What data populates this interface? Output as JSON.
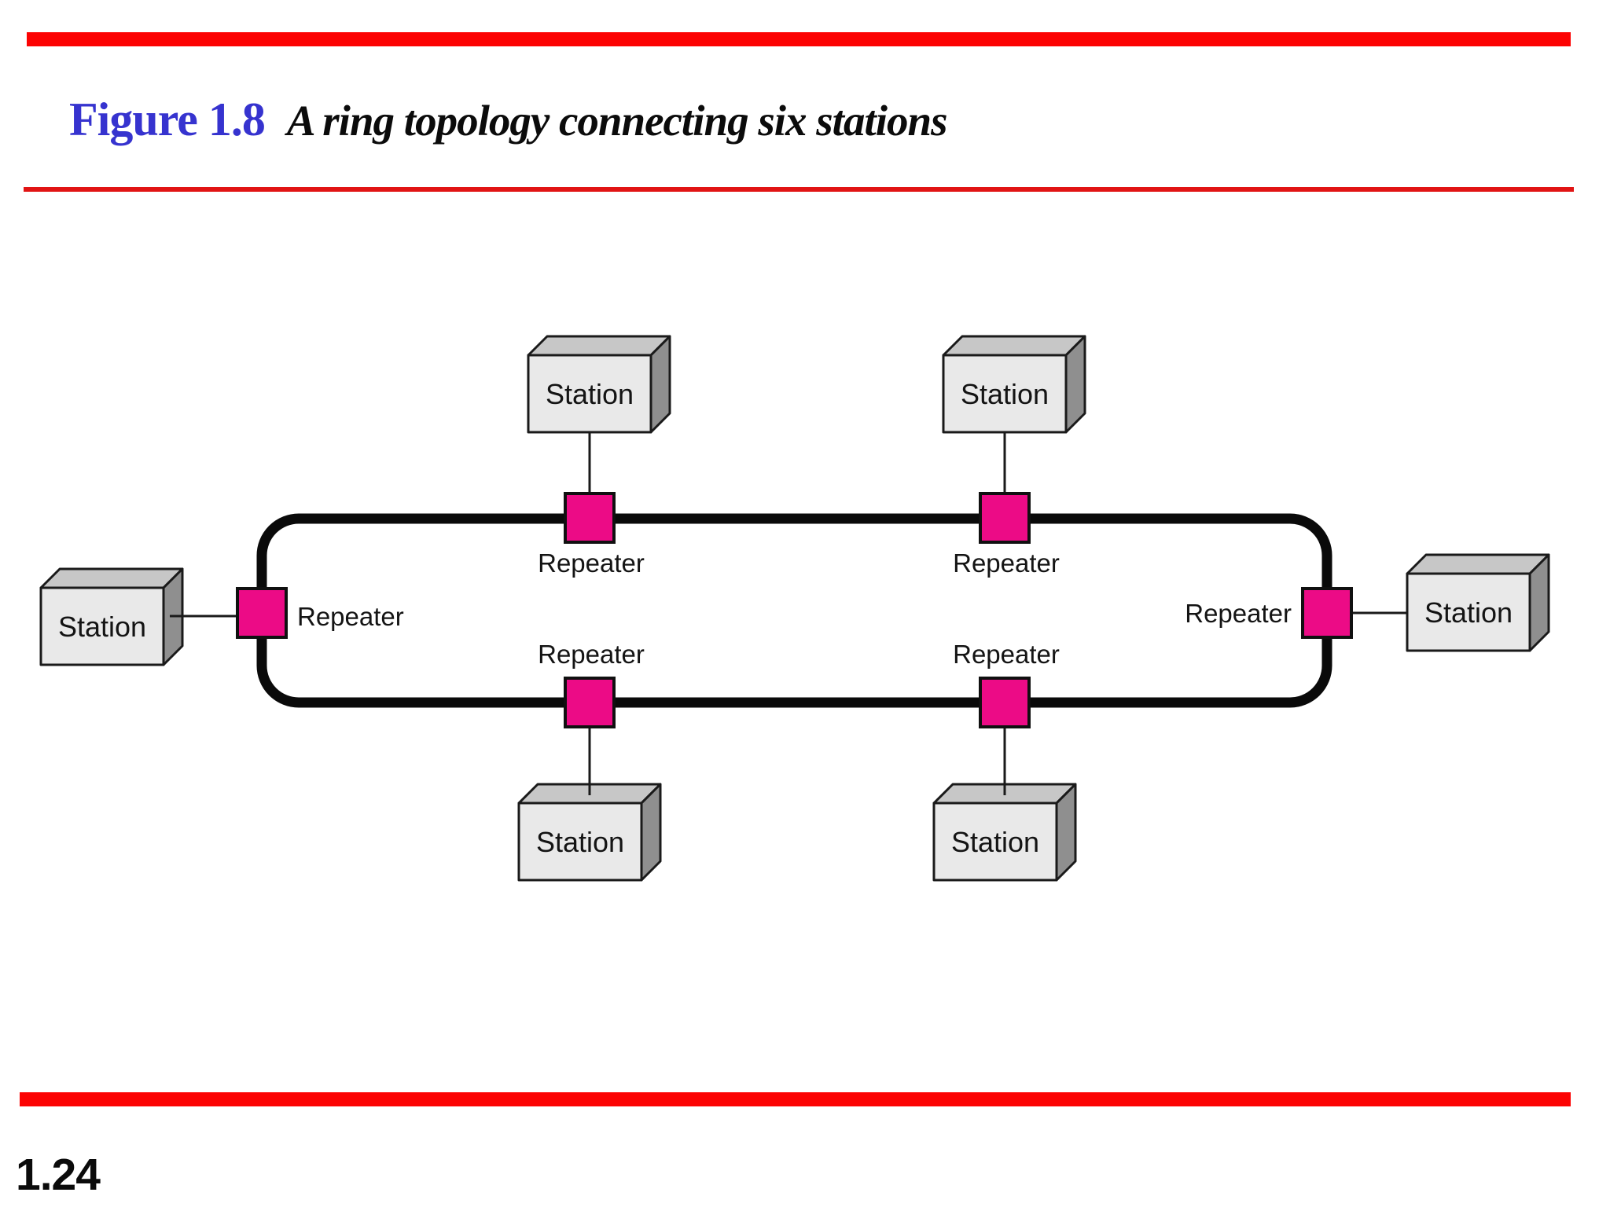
{
  "slide": {
    "figure_label": "Figure 1.8",
    "caption": "A ring topology connecting six stations",
    "page_number": "1.24"
  },
  "colors": {
    "rule_red": "#FC0303",
    "underline_red": "#E11414",
    "accent_blue": "#3633CF",
    "repeater_pink": "#EC0B86",
    "ring_black": "#0A0A0A",
    "station_front_gray": "#E9E9E9",
    "station_top_gray": "#C7C7C7",
    "station_side_gray": "#8F8F8F"
  },
  "diagram": {
    "topology": "ring",
    "stations": [
      {
        "id": "top-left",
        "label": "Station"
      },
      {
        "id": "top-right",
        "label": "Station"
      },
      {
        "id": "left",
        "label": "Station"
      },
      {
        "id": "right",
        "label": "Station"
      },
      {
        "id": "bottom-left",
        "label": "Station"
      },
      {
        "id": "bottom-right",
        "label": "Station"
      }
    ],
    "repeaters": [
      {
        "id": "top-left",
        "label": "Repeater"
      },
      {
        "id": "top-right",
        "label": "Repeater"
      },
      {
        "id": "left",
        "label": "Repeater"
      },
      {
        "id": "right",
        "label": "Repeater"
      },
      {
        "id": "bottom-left",
        "label": "Repeater"
      },
      {
        "id": "bottom-right",
        "label": "Repeater"
      }
    ]
  }
}
